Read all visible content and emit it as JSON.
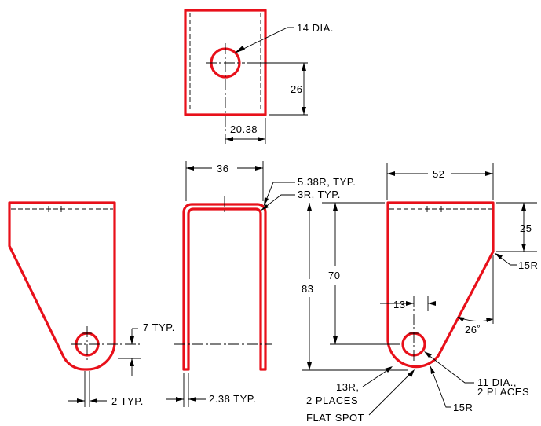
{
  "annotations": {
    "hole_top_dia": "14 DIA.",
    "top_height": "26",
    "top_width": "20.38",
    "u_width": "36",
    "bend_outer_r": "5.38R, TYP.",
    "bend_inner_r": "3R, TYP.",
    "side_width": "52",
    "dim_25": "25",
    "radius_15r_top": "15R",
    "dim_70": "70",
    "dim_83": "83",
    "dim_13": "13",
    "angle_26": "26˚",
    "gap_7": "7 TYP.",
    "gap_2": "2 TYP.",
    "thick_238": "2.38 TYP.",
    "boss_13r_line1": "13R,",
    "boss_13r_line2": "2 PLACES",
    "hole_11_line1": "11 DIA.,",
    "hole_11_line2": "2 PLACES",
    "radius_15r_bottom": "15R",
    "flat_spot": "FLAT SPOT"
  },
  "colors": {
    "object_line": "#e8101a",
    "dimension_line": "#000000",
    "background": "#ffffff"
  }
}
